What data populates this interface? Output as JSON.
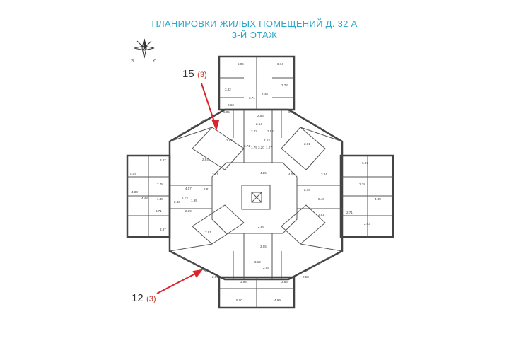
{
  "header": {
    "title_line1": "ПЛАНИРОВКИ   ЖИЛЫХ ПОМЕЩЕНИЙ  Д. 32 А",
    "title_line2": "3-Й ЭТАЖ"
  },
  "callouts": [
    {
      "number": "15",
      "suffix": "(3)"
    },
    {
      "number": "12",
      "suffix": "(3)"
    }
  ],
  "colors": {
    "title": "#2aa7c9",
    "arrow": "#d9262c",
    "wall": "#444444"
  },
  "compass": {
    "icon": "compass-rose-icon",
    "letters": [
      "З",
      "Ю"
    ]
  },
  "room_labels": [
    "5.06",
    "3.74",
    "3.82",
    "2.40",
    "3.78",
    "2.63",
    "3.71",
    "2.56",
    "5.05",
    "6.11",
    "2.42",
    "2.52",
    "2.54",
    "2.53",
    "4.25",
    "3.71",
    "1.79",
    "3.20",
    "1.27",
    "2.61",
    "2.84",
    "5.04",
    "3.87",
    "4.33",
    "4.48",
    "2.78",
    "1.48",
    "3.71",
    "3.87",
    "4.07",
    "2.81",
    "5.13",
    "1.95",
    "2.33",
    "2.39",
    "2.81",
    "4.03",
    "2.84",
    "2.76",
    "5.43",
    "4.38",
    "2.78",
    "3.87",
    "2.61",
    "2.71",
    "2.93",
    "2.86",
    "3.05",
    "3.10",
    "2.95",
    "2.01",
    "3.95",
    "3.86",
    "2.58",
    "5.00",
    "4.99",
    "2.62",
    "2.91"
  ]
}
